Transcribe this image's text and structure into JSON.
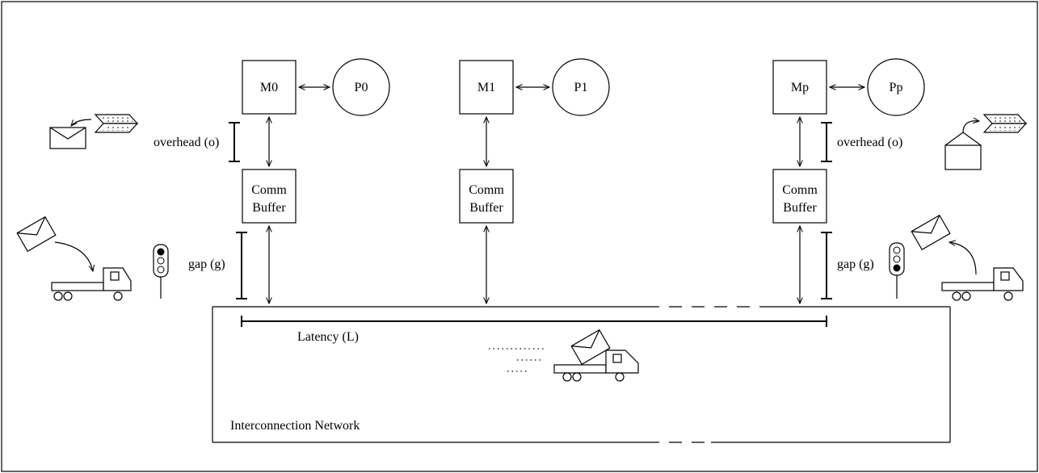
{
  "nodes": [
    {
      "memory": "M0",
      "processor": "P0",
      "buffer_line1": "Comm",
      "buffer_line2": "Buffer"
    },
    {
      "memory": "M1",
      "processor": "P1",
      "buffer_line1": "Comm",
      "buffer_line2": "Buffer"
    },
    {
      "memory": "Mp",
      "processor": "Pp",
      "buffer_line1": "Comm",
      "buffer_line2": "Buffer"
    }
  ],
  "labels": {
    "overhead_left": "overhead (o)",
    "overhead_right": "overhead (o)",
    "gap_left": "gap (g)",
    "gap_right": "gap (g)",
    "latency": "Latency (L)",
    "network": "Interconnection Network"
  }
}
